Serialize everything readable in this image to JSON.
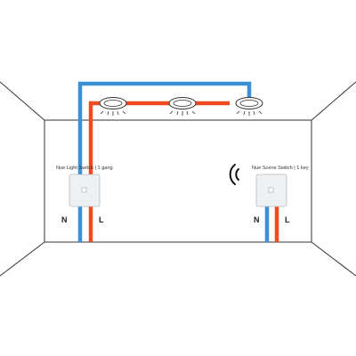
{
  "colors": {
    "neutral": "#3d8fd6",
    "live": "#ef4b23",
    "walls": "#333333",
    "switch_body": "#eef0f2"
  },
  "switches": [
    {
      "label": "Nue Light Switch | 1 gang",
      "neutral_label": "N",
      "live_label": "L"
    },
    {
      "label": "Nue Scene Switch | 1 key",
      "neutral_label": "N",
      "live_label": "L"
    }
  ],
  "lights": [
    {
      "name": "downlight-1"
    },
    {
      "name": "downlight-2"
    },
    {
      "name": "downlight-3"
    }
  ],
  "wireless_icon": "wireless-signal-icon"
}
